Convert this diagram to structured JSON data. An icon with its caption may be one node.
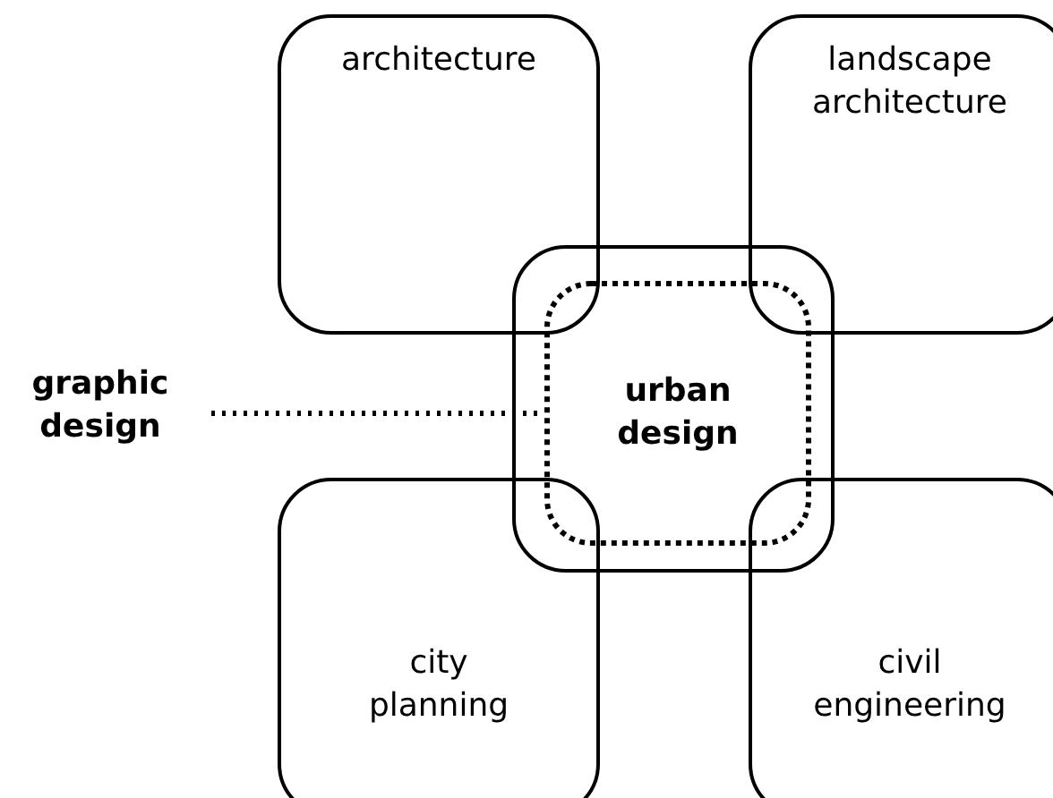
{
  "diagram": {
    "nodes": [
      {
        "text": [
          "architecture"
        ]
      },
      {
        "text": [
          "landscape architecture"
        ]
      },
      {
        "text": [],
        "shape": "box"
      },
      {
        "text": [
          "urban design"
        ],
        "in": 2
      },
      {
        "text": [
          "city planning"
        ]
      },
      {
        "text": [
          "civil engineering"
        ]
      },
      {
        "text": [
          "graphic design"
        ]
      }
    ],
    "edges": [
      {
        "from": 6,
        "to": 3,
        "arrow": "none",
        "style": "dashed"
      }
    ]
  }
}
